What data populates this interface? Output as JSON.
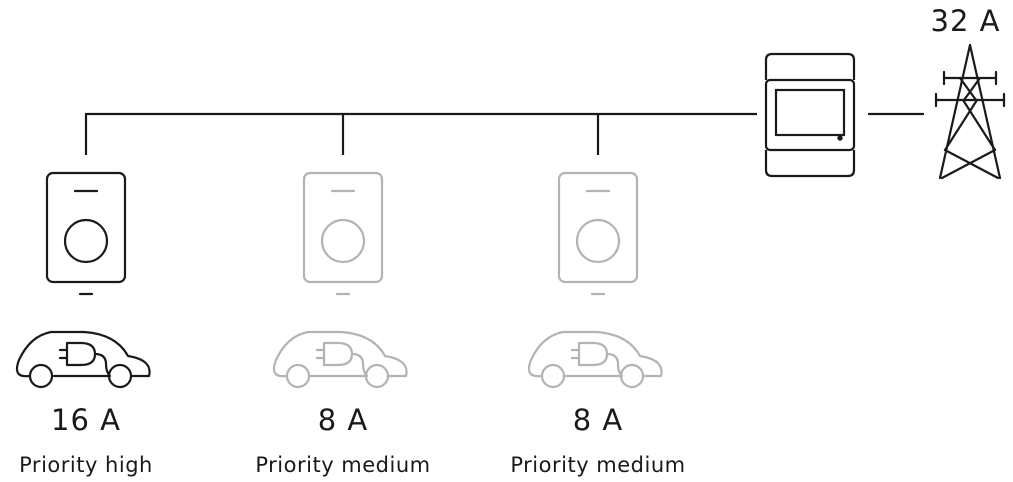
{
  "grid": {
    "label": "32 A",
    "icon": "transmission-tower-icon"
  },
  "meter": {
    "icon": "energy-meter-icon"
  },
  "chargers": [
    {
      "current": "16 A",
      "priority": "Priority high",
      "state": "active",
      "color": "#1a1a1a",
      "charger_icon": "wallbox-charger-icon",
      "car_icon": "electric-car-icon"
    },
    {
      "current": "8 A",
      "priority": "Priority medium",
      "state": "inactive",
      "color": "#b3b3b3",
      "charger_icon": "wallbox-charger-icon",
      "car_icon": "electric-car-icon"
    },
    {
      "current": "8 A",
      "priority": "Priority medium",
      "state": "inactive",
      "color": "#b3b3b3",
      "charger_icon": "wallbox-charger-icon",
      "car_icon": "electric-car-icon"
    }
  ]
}
